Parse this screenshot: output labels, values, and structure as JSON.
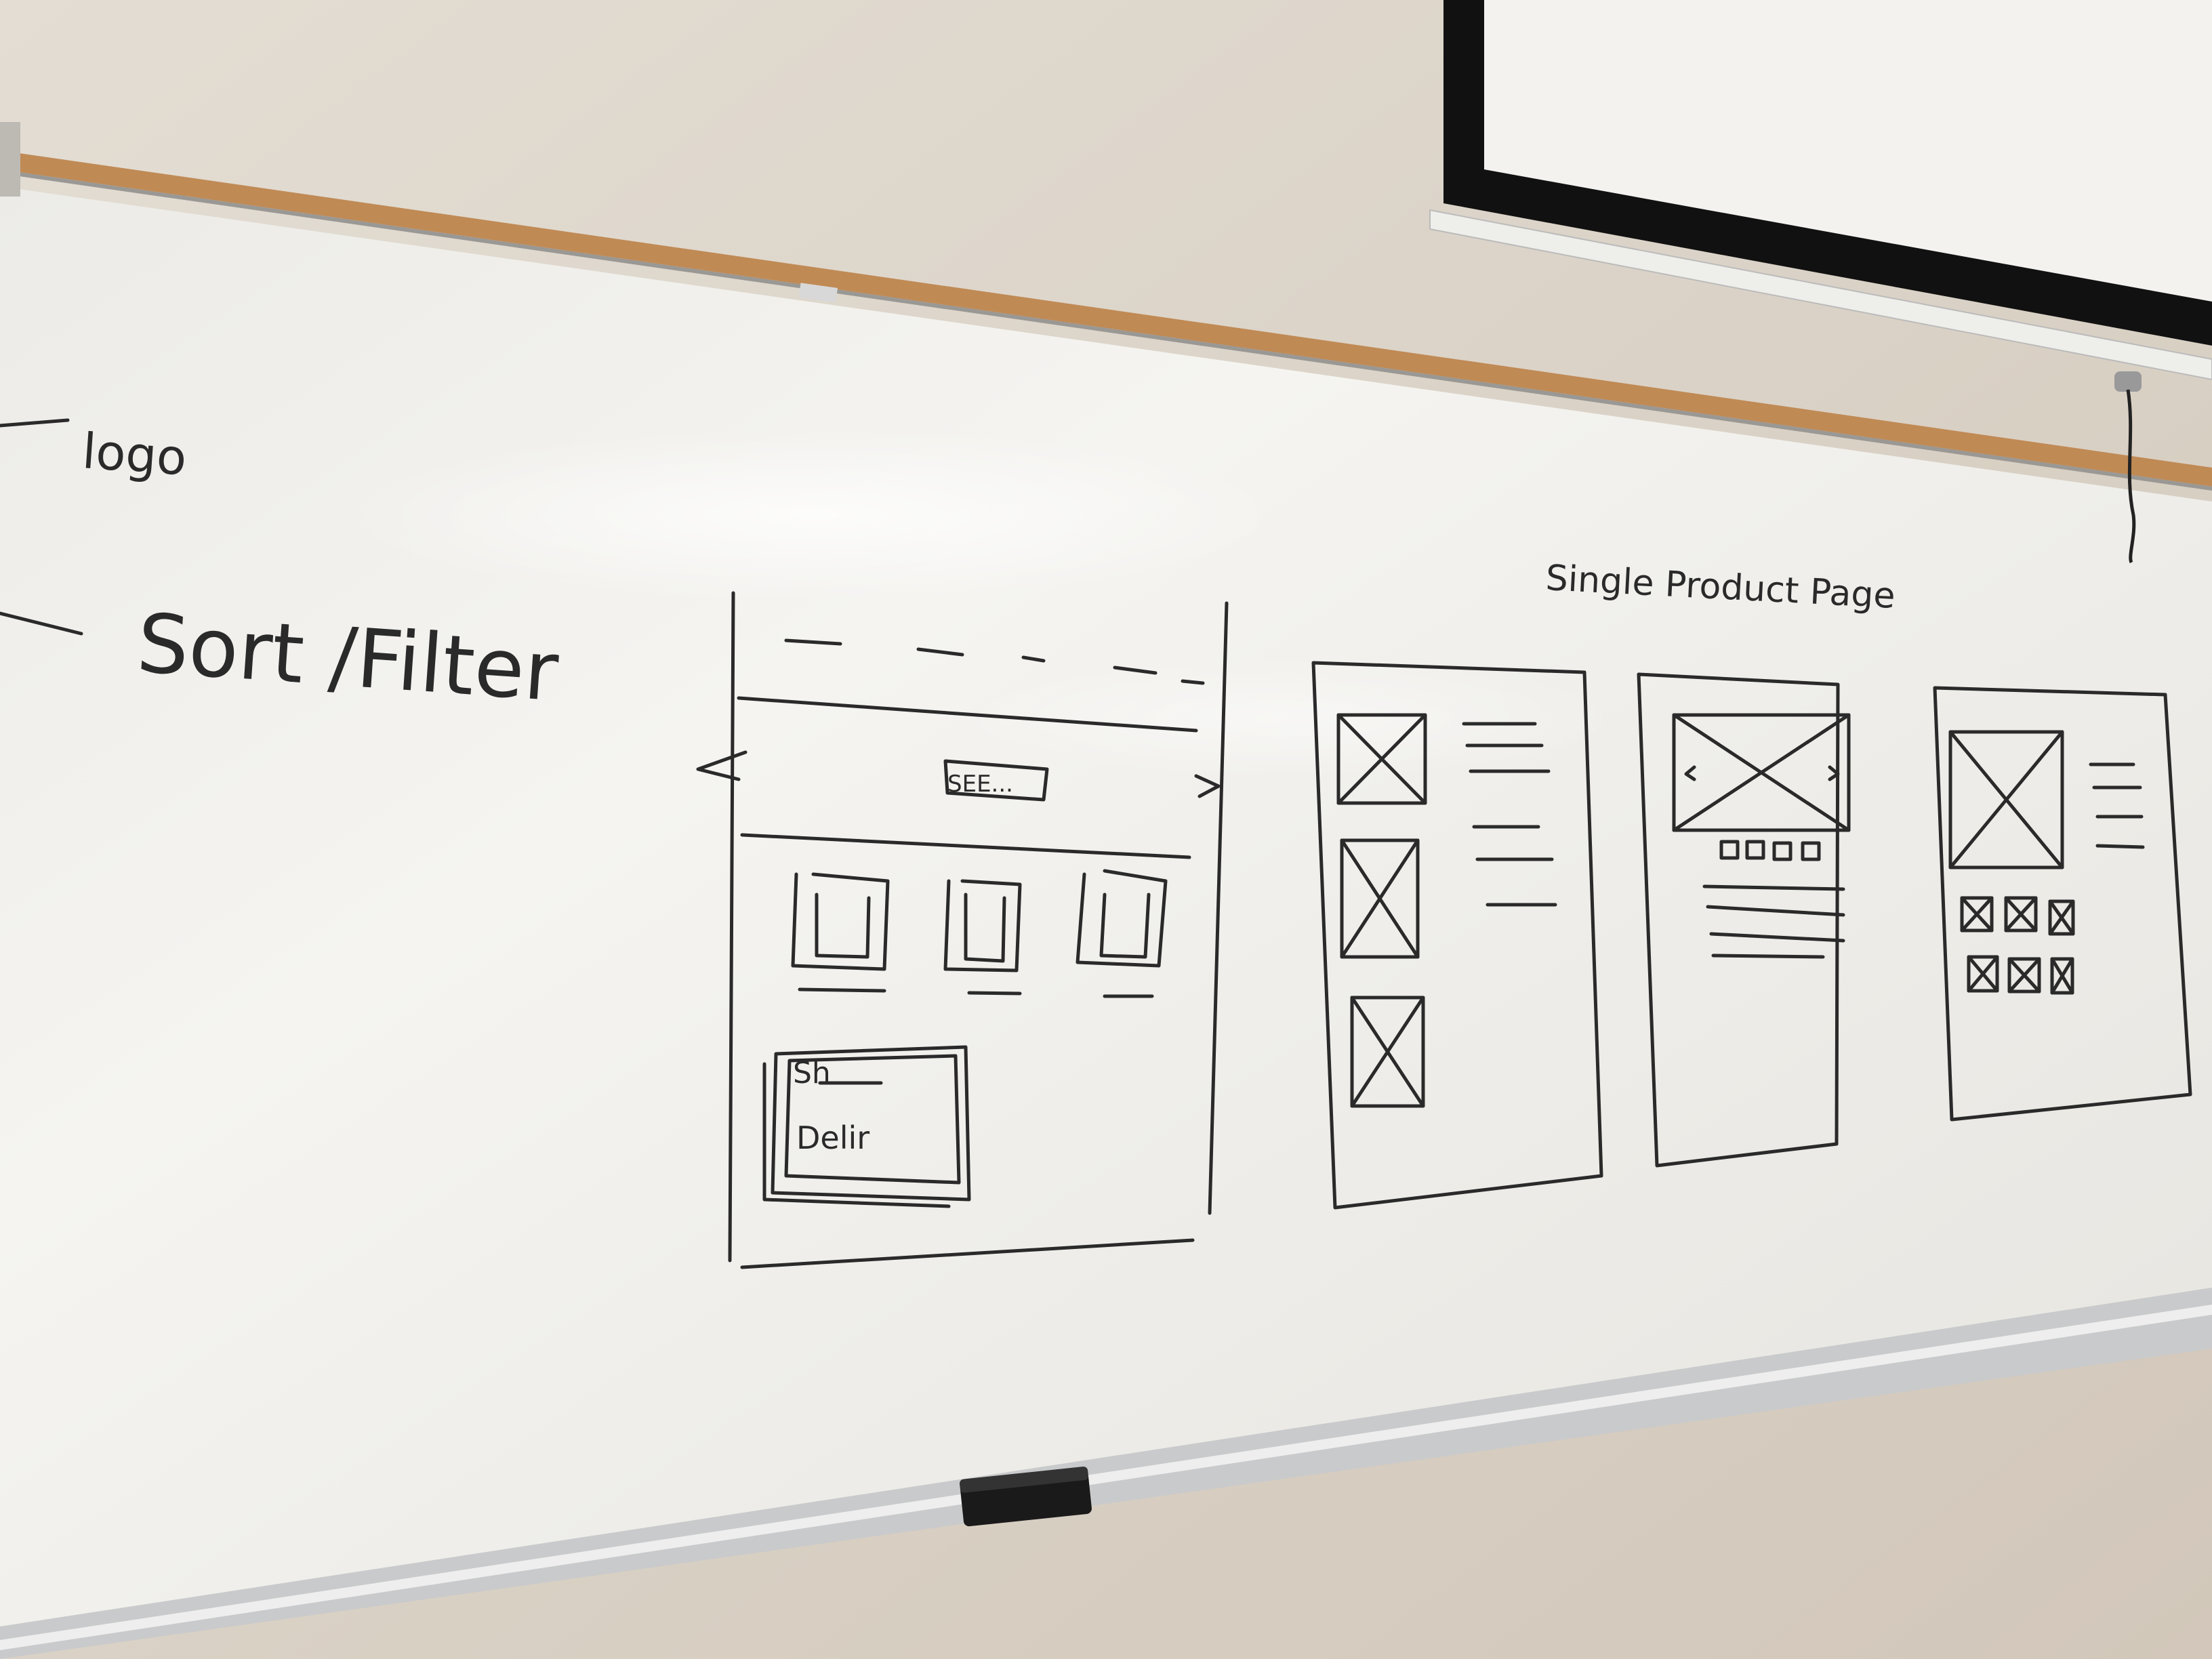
{
  "whiteboard": {
    "notes": {
      "logo": "logo",
      "sort_filter": "Sort /Filter"
    },
    "homepage_sketch": {
      "hero_button": "SEE...",
      "card_line1": "Sh",
      "card_line2": "Delir"
    },
    "product_section": {
      "heading": "Single Product Page"
    }
  },
  "colors": {
    "wall": "#d9d2c8",
    "board": "#f1f0ec",
    "marker": "#2a2a2a",
    "cork": "#c08a55",
    "screen_border": "#111111"
  }
}
